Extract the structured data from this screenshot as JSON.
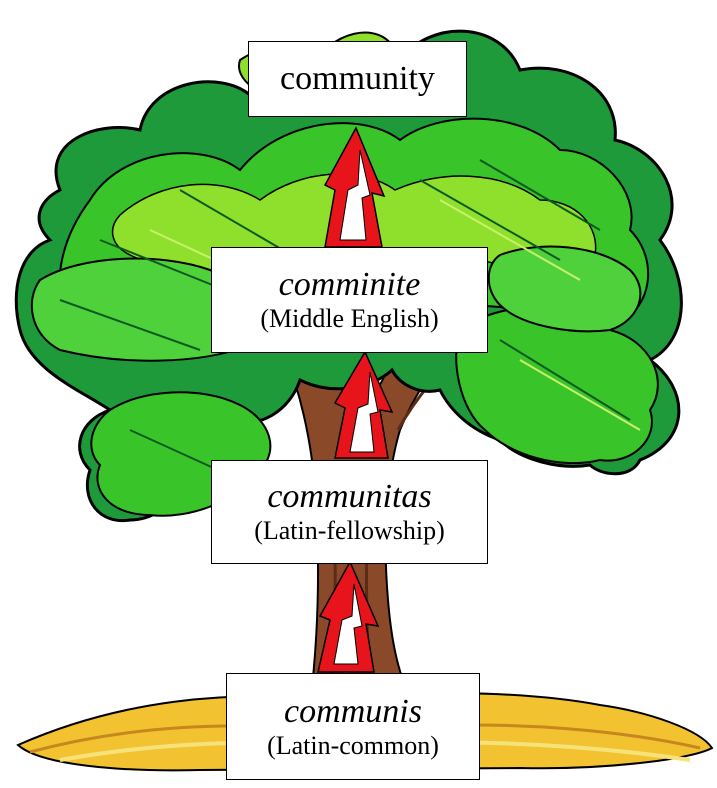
{
  "stages": [
    {
      "word": "community",
      "language": ""
    },
    {
      "word": "comminite",
      "language": "(Middle English)"
    },
    {
      "word": "communitas",
      "language": "(Latin-fellowship)"
    },
    {
      "word": "communis",
      "language": "(Latin-common)"
    }
  ],
  "colors": {
    "arrow": "#e8141b",
    "leaf_dark": "#1f9a3a",
    "leaf_mid": "#39c42a",
    "leaf_light": "#8fe02c",
    "trunk": "#8a4a2a",
    "ground": "#f2c231"
  }
}
